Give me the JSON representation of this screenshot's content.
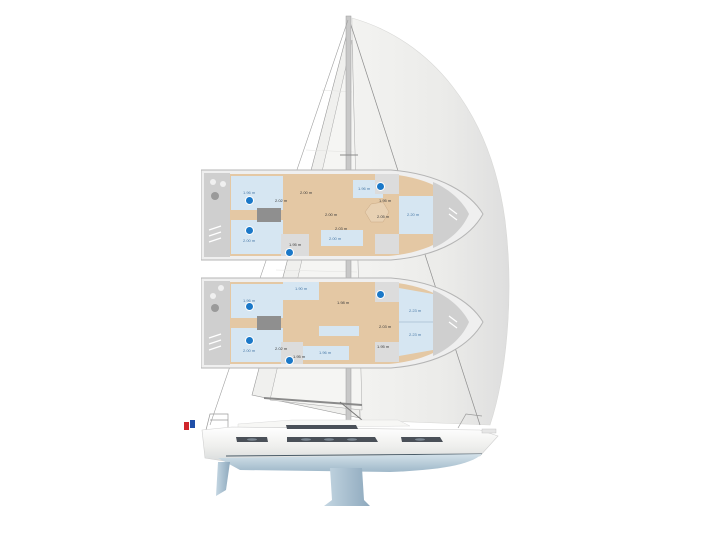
{
  "figure": {
    "subject": "sailboat layout diagram",
    "colors": {
      "sail": "#eeeeec",
      "sail_shadow": "#dcdcda",
      "hull_white": "#f4f4f2",
      "hull_bottom": "#b8ccd8",
      "keel": "#a9c1d3",
      "deck_wood": "#e2c4a0",
      "cabin_blue": "#d6e6f2",
      "plan_grey": "#cfcfcf",
      "cabin_marker": "#1a78c8",
      "flag_blue": "#1f4fa8",
      "flag_red": "#d0262b",
      "window_dark": "#4a5058"
    }
  },
  "layouts": [
    {
      "name": "layout-top",
      "labels": {
        "aft_port_cabin": "1.96 m",
        "aft_stbd_cabin": "2.00 m",
        "salon_height_1": "2.00 m",
        "salon_height_2": "2.02 m",
        "salon_height_3": "2.00 m",
        "salon_height_4": "2.03 m",
        "galley": "1.96 m",
        "settee": "2.00 m",
        "head_height": "1.95 m",
        "fwd_head_height": "1.95 m",
        "forward_cabin": "2.20 m",
        "nav_height": "2.05 m"
      }
    },
    {
      "name": "layout-bottom",
      "labels": {
        "aft_port_cabin": "1.96 m",
        "aft_stbd_cabin": "2.00 m",
        "mid_cabin": "1.90 m",
        "salon_height_1": "1.98 m",
        "salon_height_2": "2.02 m",
        "salon_height_3": "2.03 m",
        "galley": "1.96 m",
        "head_height": "1.95 m",
        "fwd_head_height": "1.95 m",
        "forward_port_cabin": "2.23 m",
        "forward_stbd_cabin": "2.23 m"
      }
    }
  ]
}
